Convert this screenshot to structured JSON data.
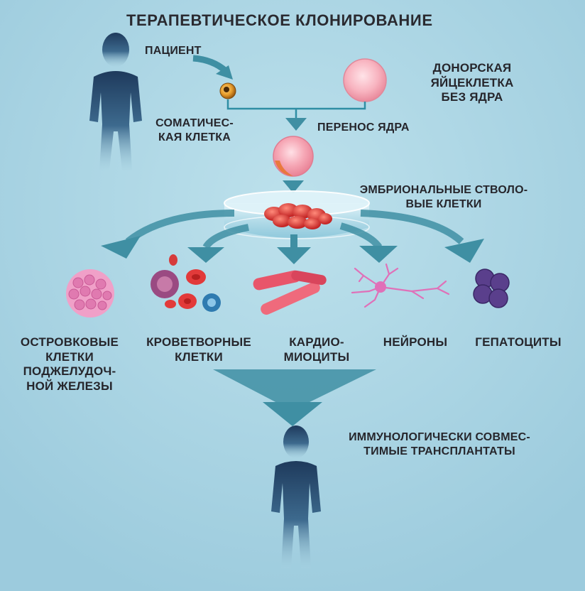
{
  "title": "ТЕРАПЕВТИЧЕСКОЕ КЛОНИРОВАНИЕ",
  "labels": {
    "patient": "ПАЦИЕНТ",
    "somatic_cell": [
      "СОМАТИЧЕС-",
      "КАЯ КЛЕТКА"
    ],
    "donor_egg": [
      "ДОНОРСКАЯ",
      "ЯЙЦЕКЛЕТКА",
      "БЕЗ ЯДРА"
    ],
    "nuclear_transfer": "ПЕРЕНОС ЯДРА",
    "embryonic_stem_cells": [
      "ЭМБРИОНАЛЬНЫЕ СТВОЛО-",
      "ВЫЕ КЛЕТКИ"
    ],
    "compatible_transplants": [
      "ИММУНОЛОГИЧЕСКИ СОВМЕС-",
      "ТИМЫЕ ТРАНСПЛАНТАТЫ"
    ]
  },
  "cell_types": [
    {
      "label": [
        "ОСТРОВКОВЫЕ",
        "КЛЕТКИ",
        "ПОДЖЕЛУДОЧ-",
        "НОЙ ЖЕЛЕЗЫ"
      ],
      "icon": "islet-cells-icon"
    },
    {
      "label": [
        "КРОВЕТВОРНЫЕ",
        "КЛЕТКИ"
      ],
      "icon": "blood-cells-icon"
    },
    {
      "label": [
        "КАРДИО-",
        "МИОЦИТЫ"
      ],
      "icon": "cardiomyocytes-icon"
    },
    {
      "label": [
        "НЕЙРОНЫ"
      ],
      "icon": "neuron-icon"
    },
    {
      "label": [
        "ГЕПАТОЦИТЫ"
      ],
      "icon": "hepatocytes-icon"
    }
  ],
  "colors": {
    "background": "#a9d3e2",
    "arrow": "#3f8fa3",
    "figure": "#1e3f63",
    "egg": "#f6aab6",
    "text": "#26262c"
  }
}
